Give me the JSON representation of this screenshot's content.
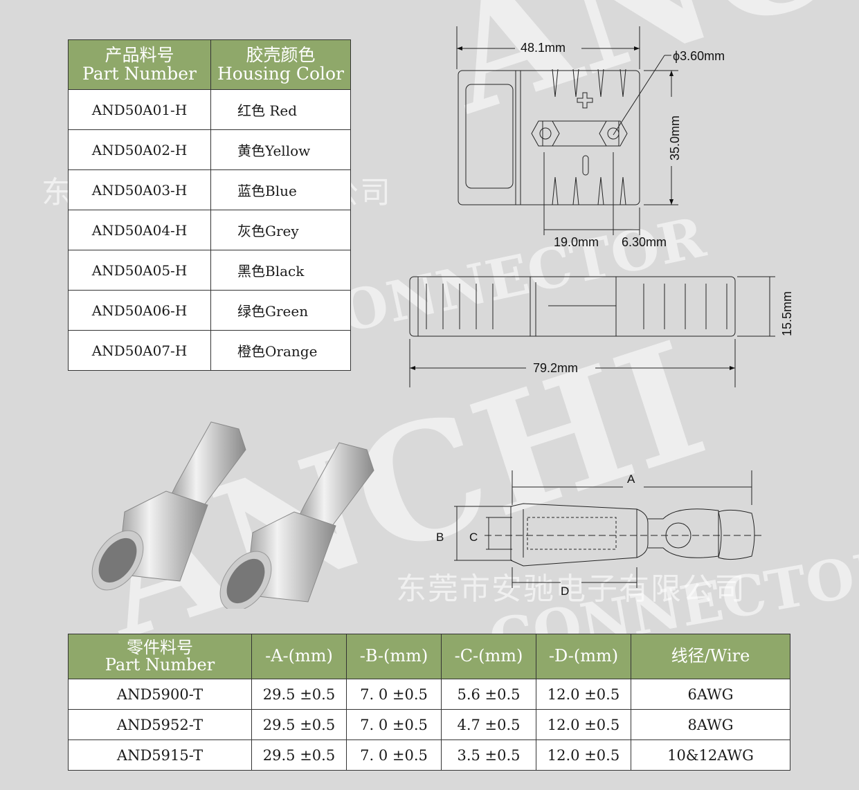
{
  "watermark": {
    "company_cn": "东莞市安驰电子有限公司",
    "brand": "ANCHI",
    "sub": "CONNECTOR"
  },
  "housing_table": {
    "header": {
      "part_cn": "产品料号",
      "part_en": "Part Number",
      "color_cn": "胶壳颜色",
      "color_en": "Housing Color"
    },
    "rows": [
      {
        "part": "AND50A01-H",
        "color": "红色 Red"
      },
      {
        "part": "AND50A02-H",
        "color": "黄色Yellow"
      },
      {
        "part": "AND50A03-H",
        "color": "蓝色Blue"
      },
      {
        "part": "AND50A04-H",
        "color": "灰色Grey"
      },
      {
        "part": "AND50A05-H",
        "color": "黑色Black"
      },
      {
        "part": "AND50A06-H",
        "color": "绿色Green"
      },
      {
        "part": "AND50A07-H",
        "color": "橙色Orange"
      }
    ]
  },
  "housing_drawing": {
    "width": "48.1mm",
    "hole_dia": "ϕ3.60mm",
    "height": "35.0mm",
    "offset1": "19.0mm",
    "offset2": "6.30mm",
    "side_height": "15.5mm",
    "length": "79.2mm"
  },
  "terminal_drawing": {
    "A": "A",
    "B": "B",
    "C": "C",
    "D": "D"
  },
  "terminal_table": {
    "header": {
      "part_cn": "零件料号",
      "part_en": "Part Number",
      "a": "-A-(mm)",
      "b": "-B-(mm)",
      "c": "-C-(mm)",
      "d": "-D-(mm)",
      "wire": "线径/Wire"
    },
    "rows": [
      {
        "part": "AND5900-T",
        "a": "29.5 ±0.5",
        "b": "7. 0 ±0.5",
        "c": "5.6 ±0.5",
        "d": "12.0 ±0.5",
        "wire": "6AWG"
      },
      {
        "part": "AND5952-T",
        "a": "29.5 ±0.5",
        "b": "7. 0 ±0.5",
        "c": "4.7 ±0.5",
        "d": "12.0 ±0.5",
        "wire": "8AWG"
      },
      {
        "part": "AND5915-T",
        "a": "29.5 ±0.5",
        "b": "7. 0 ±0.5",
        "c": "3.5 ±0.5",
        "d": "12.0 ±0.5",
        "wire": "10&12AWG"
      }
    ]
  }
}
